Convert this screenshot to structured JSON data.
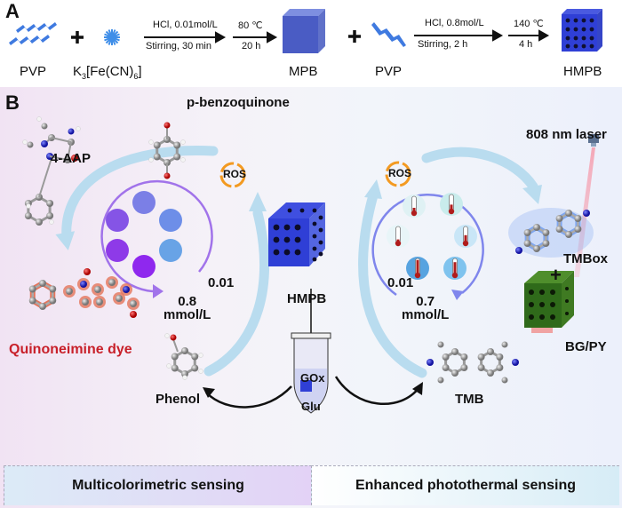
{
  "panel_a": {
    "label": "A",
    "reactants": [
      "PVP",
      "K3[Fe(CN)6]"
    ],
    "k_formula": {
      "k": "K",
      "k_sub": "3",
      "mid": "[Fe(CN)",
      "fe_sub": "6",
      "end": "]"
    },
    "step1": {
      "top": "HCl, 0.01mol/L",
      "bottom": "Stirring, 30 min"
    },
    "step2": {
      "top": "80 ℃",
      "bottom": "20 h"
    },
    "intermediate": "MPB",
    "reagent2": "PVP",
    "step3": {
      "top": "HCl, 0.8mol/L",
      "bottom": "Stirring, 2 h"
    },
    "step4": {
      "top": "140 ℃",
      "bottom": "4 h"
    },
    "product": "HMPB",
    "plus": "+"
  },
  "panel_b": {
    "label": "B",
    "molecules": {
      "aap": "4-AAP",
      "benzoquinone": "p-benzoquinone",
      "dye": "Quinoneimine dye",
      "phenol": "Phenol",
      "tmb": "TMB",
      "tmbox": "TMBox",
      "bgpy": "BG/PY"
    },
    "ros_left": "ROS",
    "ros_right": "ROS",
    "center": "HMPB",
    "tube": {
      "top": "GOx",
      "bottom": "Glu"
    },
    "laser": "808 nm laser",
    "plus": "+",
    "left_range": {
      "low": "0.01",
      "high": "0.8",
      "unit": "mmol/L"
    },
    "right_range": {
      "low": "0.01",
      "high": "0.7",
      "unit": "mmol/L"
    },
    "colorimetric_dots": [
      "#7b7fe6",
      "#6d8ee8",
      "#68a3e6",
      "#8f28ee",
      "#8e3ae8",
      "#8554e6"
    ],
    "thermometer_levels": [
      0.25,
      0.35,
      0.45,
      0.6,
      0.8,
      0.95
    ]
  },
  "footer": {
    "left": "Multicolorimetric sensing",
    "right": "Enhanced photothermal sensing"
  },
  "colors": {
    "hmpb_blue": "#2f3fd6",
    "arrow_light_blue": "#b9dcef",
    "dye_red": "#c8202a",
    "purple_ring": "#a173ea",
    "blue_ring": "#7f86ec"
  }
}
